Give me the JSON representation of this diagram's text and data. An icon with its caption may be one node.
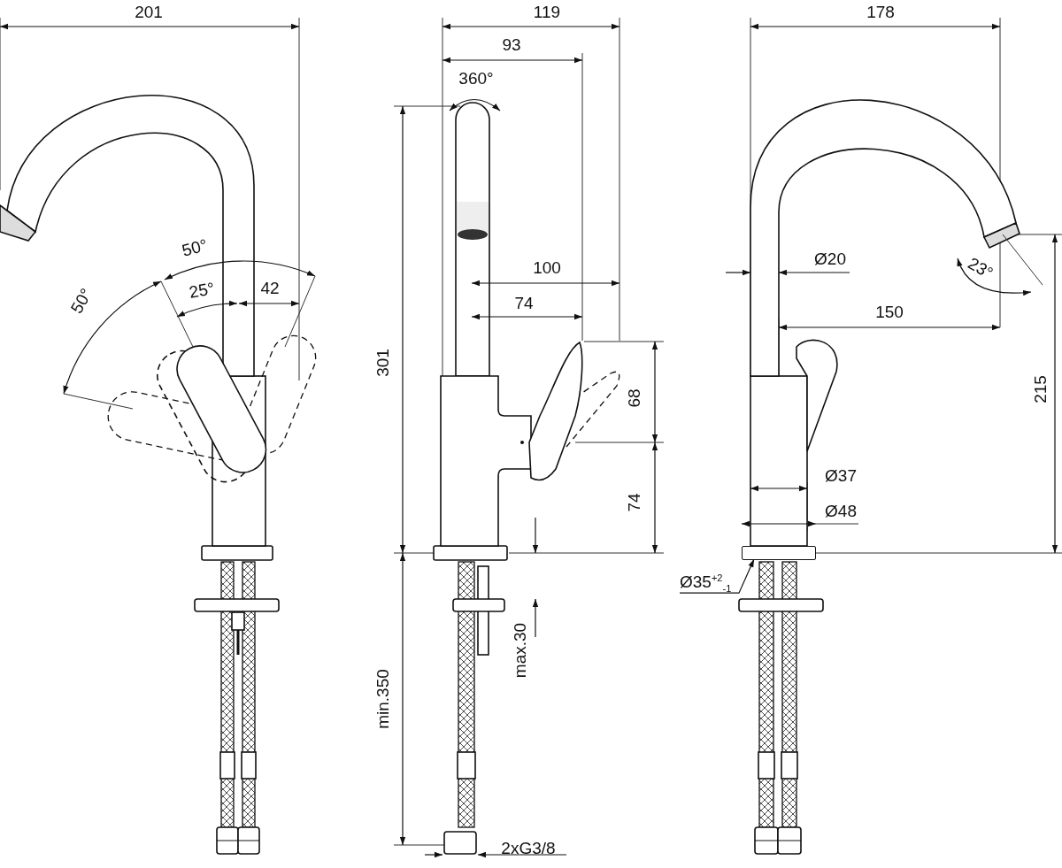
{
  "diagram": {
    "nodes": [
      {
        "text": [
          "Ø35$^{+2}$$_{-1}$"
        ]
      },
      {
        "text": [],
        "shape": "bar"
      }
    ],
    "edges": [
      {
        "from": 0,
        "to": 1,
        "arrow": "to"
      }
    ],
    "labels": [
      "201",
      "119",
      "178",
      "93",
      "360°",
      "50°",
      "Ø20",
      "25°",
      "42",
      "50°",
      "23°",
      "100",
      "150",
      "301",
      "74",
      "68",
      "215",
      "Ø37",
      "74",
      "Ø48",
      "max.30",
      "min.350",
      "2xG3/8"
    ]
  }
}
